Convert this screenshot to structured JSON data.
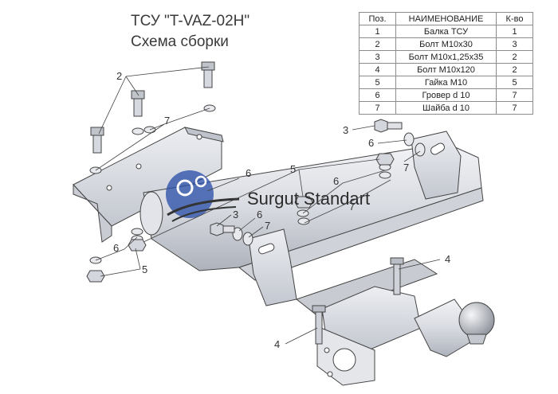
{
  "title": {
    "line1": "ТСУ \"T-VAZ-02H\"",
    "line2": "Схема сборки"
  },
  "spec_table": {
    "headers": [
      "Поз.",
      "НАИМЕНОВАНИЕ",
      "К-во"
    ],
    "rows": [
      [
        "1",
        "Балка ТСУ",
        "1"
      ],
      [
        "2",
        "Болт М10х30",
        "3"
      ],
      [
        "3",
        "Болт М10х1,25х35",
        "2"
      ],
      [
        "4",
        "Болт М10х120",
        "2"
      ],
      [
        "5",
        "Гайка  М10",
        "5"
      ],
      [
        "6",
        "Гровер d 10",
        "7"
      ],
      [
        "7",
        "Шайба d 10",
        "7"
      ]
    ]
  },
  "watermark": {
    "text": "Surgut Standart"
  },
  "callouts": {
    "c2": "2",
    "c7a": "7",
    "c3a": "3",
    "c6a": "6",
    "c7b": "7",
    "c5a": "5",
    "c6b": "6",
    "c6c": "6",
    "c7c": "7",
    "c3b": "3",
    "c6d": "6",
    "c7d": "7",
    "c6e": "6",
    "c5b": "5",
    "c4a": "4",
    "c4b": "4"
  },
  "colors": {
    "metal": "#d9dce3",
    "metal_dark": "#b4b8c1",
    "outline": "#444444",
    "watermark_blue": "#1f3f8f",
    "text": "#333333"
  }
}
